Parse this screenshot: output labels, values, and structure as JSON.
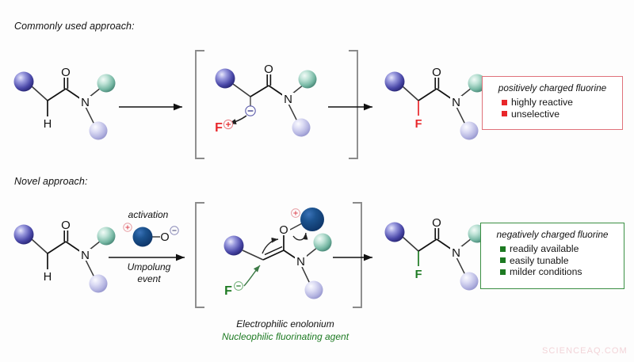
{
  "figure": {
    "background_color": "#fdfdfd",
    "watermark": "SCIENCEAQ.COM"
  },
  "sections": {
    "top_label": "Commonly used approach:",
    "bottom_label": "Novel approach:"
  },
  "atom_labels": {
    "oxygen": "O",
    "nitrogen": "N",
    "hydrogen": "H",
    "fluorine": "F",
    "plus_charge": "⊕",
    "minus_charge": "⊖"
  },
  "top_row": {
    "reactant": {
      "name": "alpha-C-H amide",
      "atoms": [
        "O",
        "N",
        "H"
      ],
      "spheres": [
        "blue-violet-R",
        "teal-R",
        "lavender-R"
      ]
    },
    "intermediate": {
      "name": "enolate carbanion",
      "atoms": [
        "O",
        "N"
      ],
      "charge_on_carbon": "⊖",
      "reagent_label": "F",
      "reagent_charge": "⊕",
      "reagent_color": "#e8262a"
    },
    "product": {
      "name": "alpha-fluoro amide",
      "atoms": [
        "O",
        "N"
      ],
      "fluorine_label": "F",
      "fluorine_color": "#e8262a"
    },
    "info_box": {
      "title": "positively charged fluorine",
      "border_color": "#e0727a",
      "bullet_color": "#e8262a",
      "items": [
        "highly reactive",
        "unselective"
      ]
    }
  },
  "bottom_row": {
    "reactant": {
      "name": "alpha-C-H amide",
      "atoms": [
        "O",
        "N",
        "H"
      ],
      "spheres": [
        "blue-violet-R",
        "teal-R",
        "lavender-R"
      ]
    },
    "arrow": {
      "above_label": "activation",
      "below_label_line1": "Umpolung",
      "below_label_line2": "event",
      "reagent": {
        "name": "activating agent",
        "sphere_color": "#16457f",
        "sphere_charge": "⊕",
        "sphere_charge_color": "#e8838a",
        "oxygen_label": "O",
        "oxygen_charge": "⊖"
      }
    },
    "intermediate": {
      "name": "enolonium species",
      "atoms": [
        "O",
        "N"
      ],
      "activator_sphere_color": "#16457f",
      "activator_charge": "⊕",
      "nucleophile_label": "F",
      "nucleophile_charge": "⊖",
      "nucleophile_color": "#1d7a22"
    },
    "captions": {
      "line1": "Electrophilic enolonium",
      "line2": "Nucleophilic fluorinating agent",
      "line1_color": "#121212",
      "line2_color": "#1d7a22"
    },
    "product": {
      "name": "alpha-fluoro amide",
      "atoms": [
        "O",
        "N"
      ],
      "fluorine_label": "F",
      "fluorine_color": "#1d7a22"
    },
    "info_box": {
      "title": "negatively charged fluorine",
      "border_color": "#3a8f43",
      "bullet_color": "#1d7a22",
      "items": [
        "readily available",
        "easily tunable",
        "milder conditions"
      ]
    }
  }
}
